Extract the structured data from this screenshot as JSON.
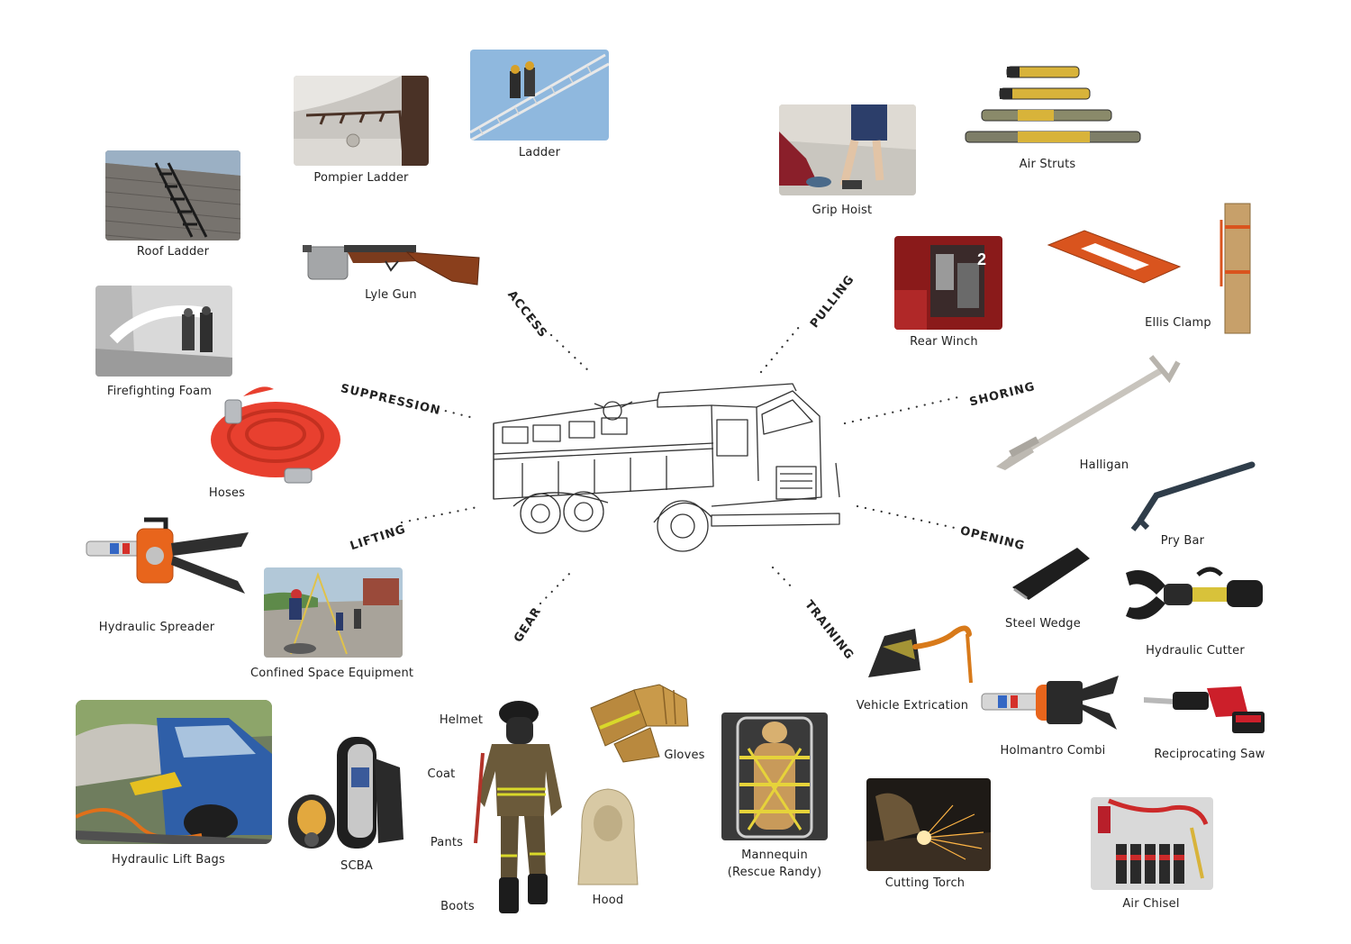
{
  "categories": {
    "access": "ACCESS",
    "pulling": "PULLING",
    "suppression": "SUPPRESSION",
    "shoring": "SHORING",
    "lifting": "LIFTING",
    "opening": "OPENING",
    "gear": "GEAR",
    "training": "TRAINING"
  },
  "tools": {
    "roof_ladder": "Roof Ladder",
    "pompier_ladder": "Pompier Ladder",
    "ladder": "Ladder",
    "lyle_gun": "Lyle Gun",
    "firefighting_foam": "Firefighting Foam",
    "hoses": "Hoses",
    "hydraulic_spreader": "Hydraulic Spreader",
    "confined_space": "Confined Space Equipment",
    "hydraulic_lift_bags": "Hydraulic Lift Bags",
    "scba": "SCBA",
    "helmet": "Helmet",
    "coat": "Coat",
    "pants": "Pants",
    "boots": "Boots",
    "gloves": "Gloves",
    "hood": "Hood",
    "mannequin_line1": "Mannequin",
    "mannequin_line2": "(Rescue Randy)",
    "cutting_torch": "Cutting Torch",
    "grip_hoist": "Grip Hoist",
    "air_struts": "Air Struts",
    "rear_winch": "Rear Winch",
    "ellis_clamp": "Ellis Clamp",
    "halligan": "Halligan",
    "pry_bar": "Pry Bar",
    "steel_wedge": "Steel Wedge",
    "hydraulic_cutter": "Hydraulic Cutter",
    "vehicle_extrication": "Vehicle Extrication",
    "holmantro_combi": "Holmantro Combi",
    "reciprocating_saw": "Reciprocating Saw",
    "air_chisel": "Air Chisel"
  },
  "colors": {
    "hose_red": "#e8402f",
    "spreader_orange": "#e8651c",
    "clamp_orange": "#d9541e",
    "strut_yellow": "#d8b33a",
    "sky_blue": "#8fb8de"
  }
}
